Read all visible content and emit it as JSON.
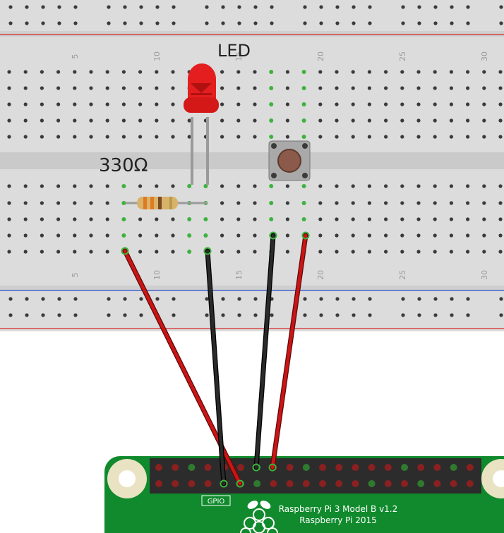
{
  "labels": {
    "led": "LED",
    "resistor": "330Ω",
    "gpio": "GPIO",
    "pi_model": "Raspberry Pi 3 Model B v1.2",
    "pi_year": "Raspberry Pi 2015"
  },
  "breadboard": {
    "column_numbers": [
      "5",
      "10",
      "15",
      "20",
      "25",
      "30"
    ]
  },
  "colors": {
    "breadboard": "#dcdcdc",
    "hole": "#3a3a3a",
    "active_hole": "#3db33d",
    "rail_red": "#d22b2b",
    "rail_blue": "#2b4fd2",
    "wire_red": "#cc1414",
    "wire_black": "#202020",
    "pi_board": "#108a2c",
    "led": "#e02020",
    "button": "#8b5a4a"
  },
  "components": {
    "led": {
      "name": "LED",
      "color": "red"
    },
    "resistor": {
      "name": "330Ω",
      "bands": [
        "orange",
        "orange",
        "brown",
        "gold"
      ]
    },
    "button": {
      "name": "push-button"
    },
    "board": {
      "name": "Raspberry Pi 3 Model B v1.2"
    }
  },
  "wires": [
    {
      "color": "red"
    },
    {
      "color": "black"
    },
    {
      "color": "black"
    },
    {
      "color": "red"
    }
  ]
}
